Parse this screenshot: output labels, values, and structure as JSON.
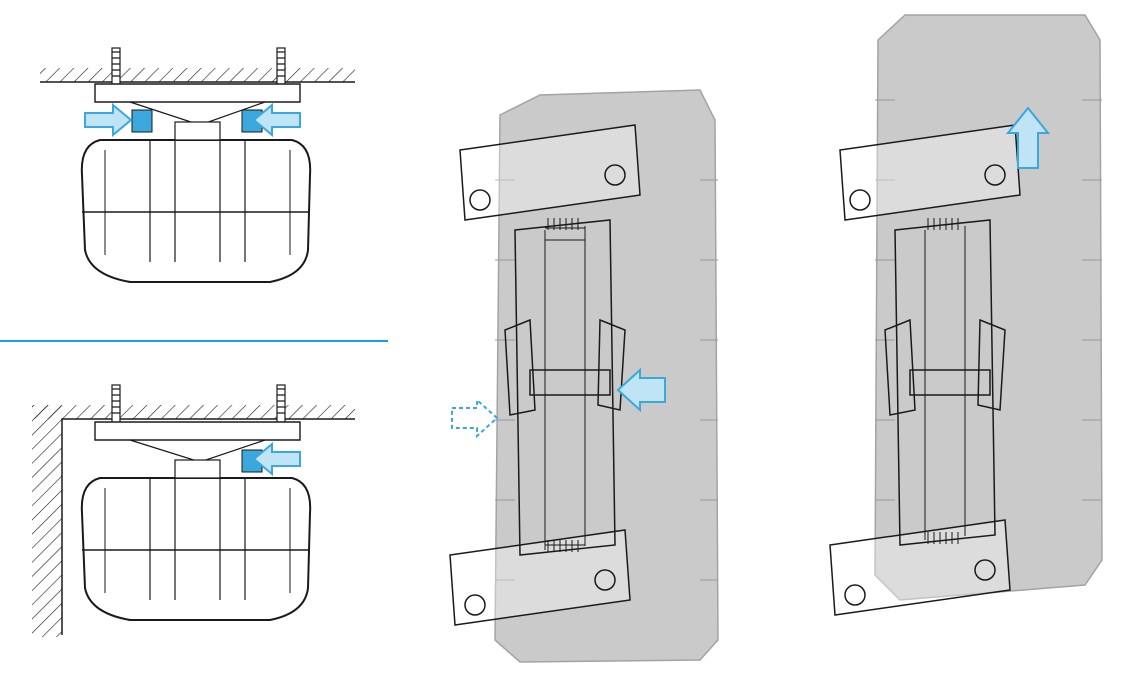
{
  "colors": {
    "accent": "#3aa8dc",
    "accent_light": "#bfe4f5",
    "unit_body": "#c5c5c5",
    "line": "#1a1a1a",
    "divider": "#1aa0e0"
  },
  "panels": [
    {
      "name": "ceiling-mount-release",
      "arrows": 2
    },
    {
      "name": "corner-mount-release",
      "arrows": 1
    },
    {
      "name": "press-latch-step",
      "arrows": 2
    },
    {
      "name": "lift-off-step",
      "arrows": 1
    }
  ],
  "icons": [
    "push-arrow-icon",
    "dashed-push-arrow-icon",
    "lift-arrow-icon",
    "wall-anchor-icon"
  ]
}
